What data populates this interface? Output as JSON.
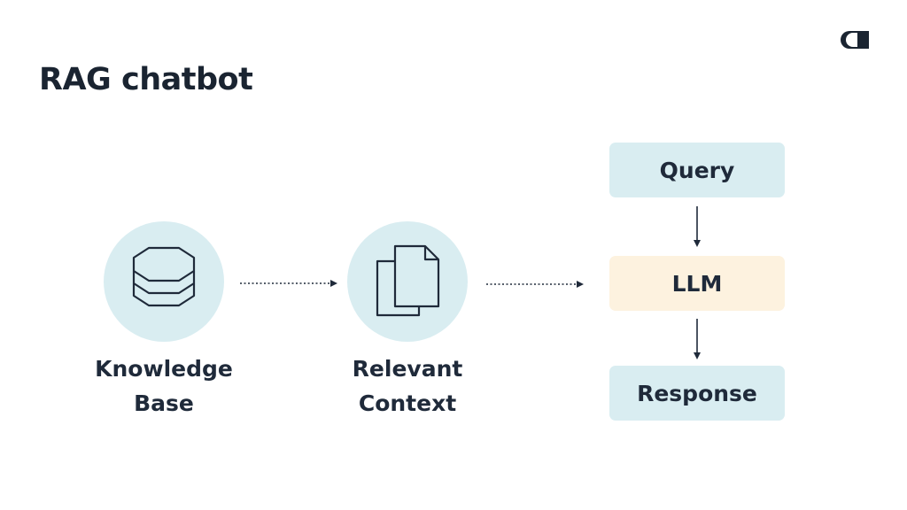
{
  "title": "RAG chatbot",
  "nodes": {
    "knowledge_base": {
      "line1": "Knowledge",
      "line2": "Base",
      "icon": "database-icon"
    },
    "relevant_context": {
      "line1": "Relevant",
      "line2": "Context",
      "icon": "documents-icon"
    }
  },
  "boxes": {
    "query": "Query",
    "llm": "LLM",
    "response": "Response"
  },
  "colors": {
    "text": "#1f2a3a",
    "circle_fill": "#d9edf1",
    "query_fill": "#d9edf1",
    "llm_fill": "#fdf2df",
    "response_fill": "#d9edf1",
    "arrow": "#1f2a3a"
  },
  "logo_icon": "brand-logo-icon"
}
